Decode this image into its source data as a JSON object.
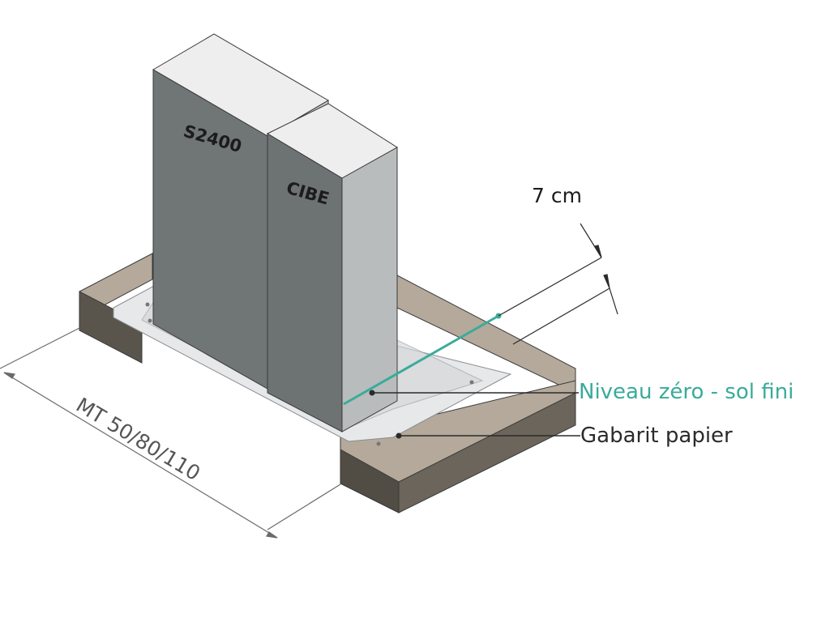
{
  "cabinets": {
    "left_label": "S2400",
    "right_label": "CIBE"
  },
  "dimensions": {
    "height_offset": "7 cm",
    "width": "MT 50/80/110"
  },
  "callouts": {
    "ground_level": "Niveau zéro - sol fini",
    "template": "Gabarit papier"
  },
  "colors": {
    "accent": "#3aab9a",
    "cabinet_front": "#6f7475",
    "cabinet_side": "#b9bcbc",
    "cabinet_top": "#eeeeee",
    "base_top": "#b4a99a",
    "base_side": "#514c44",
    "template_paper": "#e6e8ea",
    "line": "#2b2b2b"
  }
}
